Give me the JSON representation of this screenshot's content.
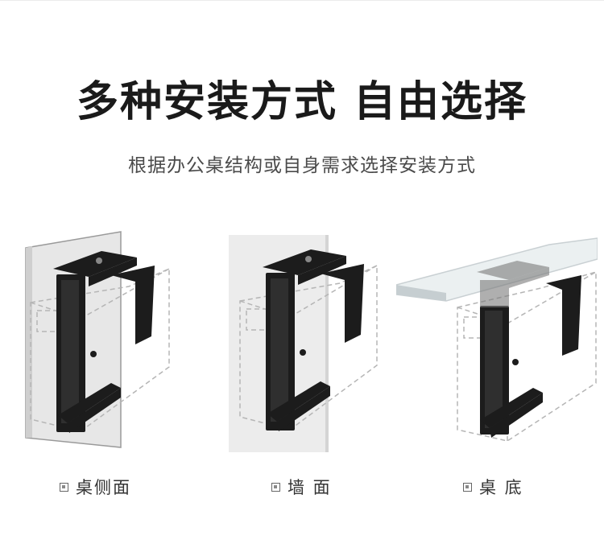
{
  "header": {
    "title": "多种安装方式 自由选择",
    "subtitle": "根据办公桌结构或自身需求选择安装方式"
  },
  "options": [
    {
      "label": "桌侧面",
      "icon": "square-bullet-icon"
    },
    {
      "label": "墙 面",
      "icon": "square-bullet-icon"
    },
    {
      "label": "桌 底",
      "icon": "square-bullet-icon"
    }
  ],
  "colors": {
    "bracket": "#1c1c1c",
    "surface": "#e8e8e8",
    "glass": "#dfe5e8",
    "dashed": "#bdbdbd",
    "text": "#222222"
  }
}
